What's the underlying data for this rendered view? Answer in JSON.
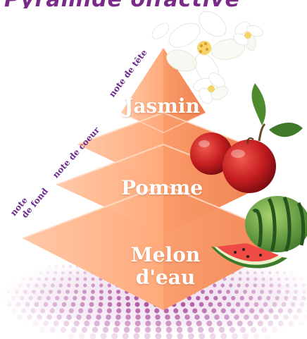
{
  "header": {
    "title": "Pyramide olfactive"
  },
  "pyramid": {
    "tiers": [
      {
        "name": "Jasmin"
      },
      {
        "name": "Pomme"
      },
      {
        "name": "Melon d'eau",
        "line1": "Melon",
        "line2": "d'eau"
      }
    ],
    "side_labels": {
      "top": "note de tête",
      "heart": "note de coeur",
      "base_line1": "note",
      "base_line2": "de fond"
    }
  },
  "colors": {
    "pyramid_light": "#ffc7a3",
    "pyramid_mid": "#f9a374",
    "pyramid_dark": "#ef8454",
    "label_purple": "#6c2a8a",
    "dots_purple": "#9c2c8e"
  },
  "icons": [
    "jasmine-flower-icon",
    "apple-icon",
    "watermelon-icon"
  ]
}
